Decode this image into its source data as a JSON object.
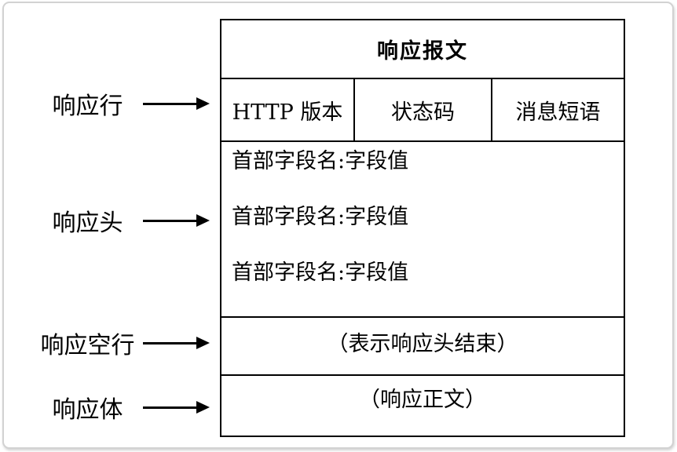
{
  "figure": {
    "title": "响应报文",
    "response_line_cells": [
      "HTTP 版本",
      "状态码",
      "消息短语"
    ],
    "header_lines": [
      "首部字段名:字段值",
      "首部字段名:字段值",
      "首部字段名:字段值"
    ],
    "empty_line_text": "（表示响应头结束）",
    "body_text": "（响应正文）",
    "annotations": [
      {
        "label": "响应行"
      },
      {
        "label": "响应头"
      },
      {
        "label": "响应空行"
      },
      {
        "label": "响应体"
      }
    ],
    "colors": {
      "line": "#000000",
      "frame_border": "#d2d2d2",
      "background": "#ffffff"
    }
  }
}
